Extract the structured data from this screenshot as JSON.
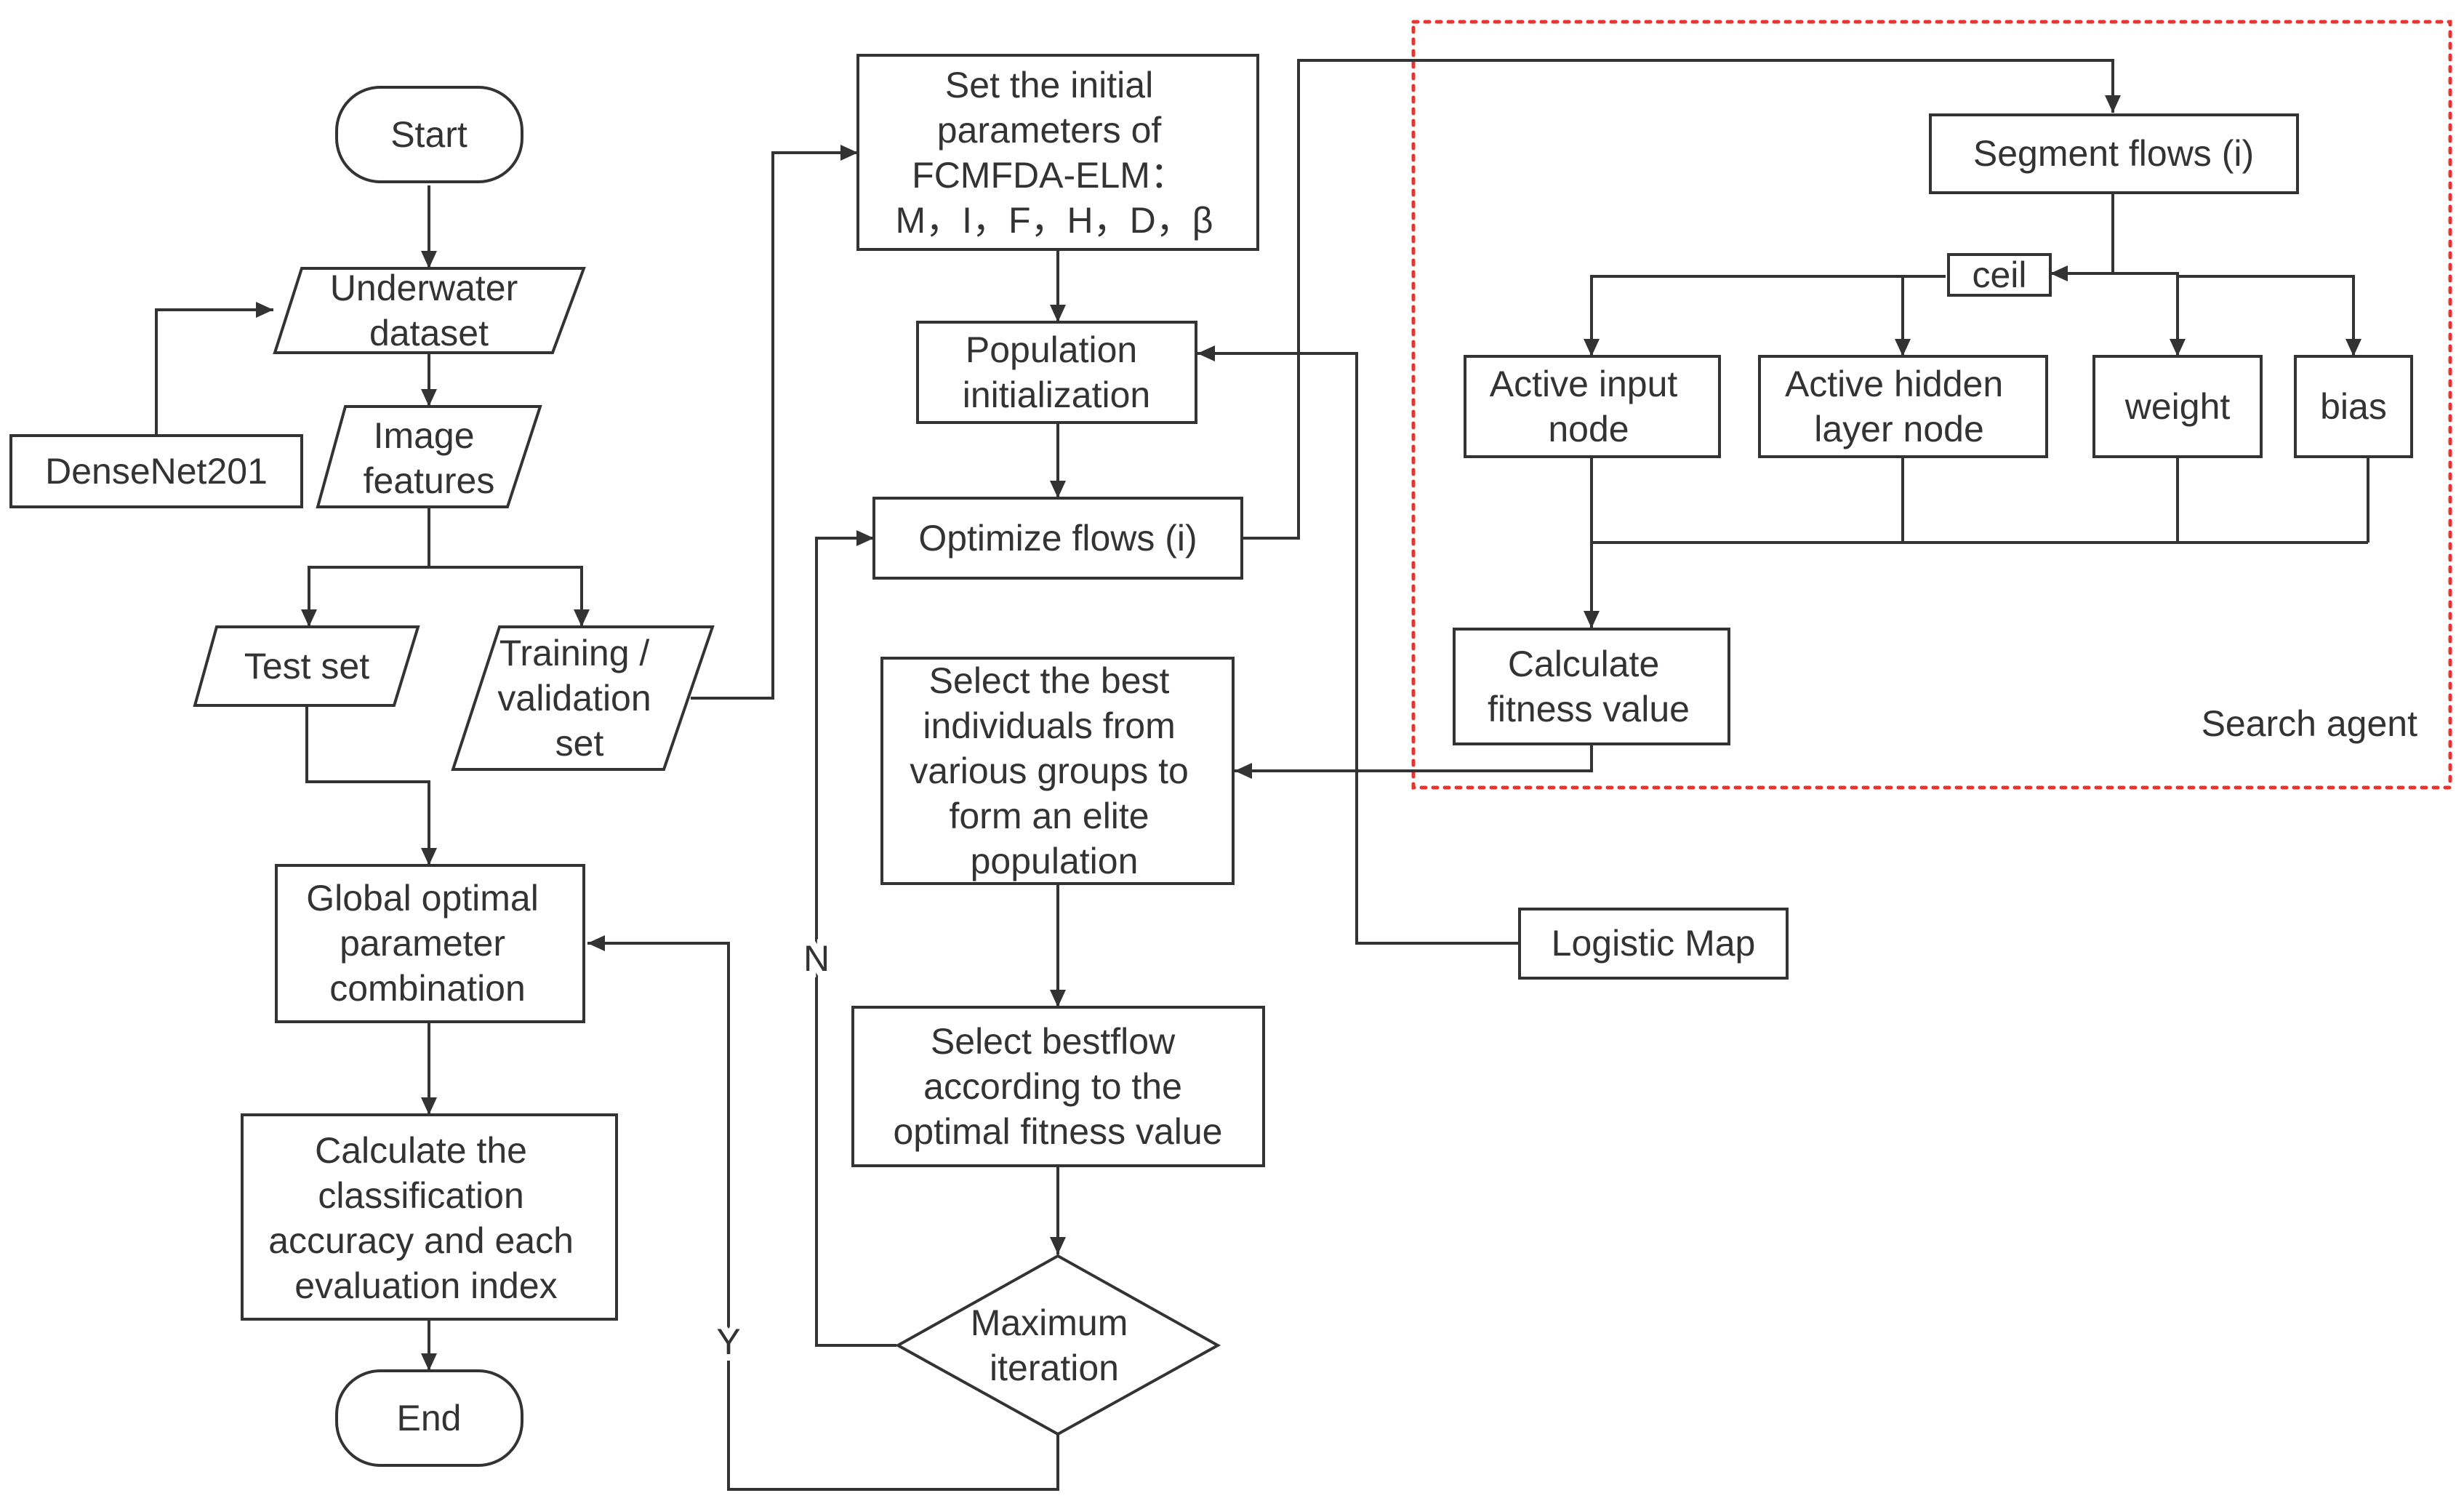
{
  "colors": {
    "line": "#333333",
    "search_agent": "#e8332f",
    "background": "#ffffff"
  },
  "nodes": {
    "start": [
      "Start"
    ],
    "underwater_dataset": [
      "Underwater",
      "dataset"
    ],
    "densenet": [
      "DenseNet201"
    ],
    "image_features": [
      "Image",
      "features"
    ],
    "test_set": [
      "Test set"
    ],
    "training_set": [
      "Training /",
      "validation",
      "set"
    ],
    "global_optimal": [
      "Global optimal",
      "parameter",
      "combination"
    ],
    "calc_accuracy": [
      "Calculate the",
      "classification",
      "accuracy and each",
      "evaluation index"
    ],
    "end": [
      "End"
    ],
    "set_params": [
      "Set the initial",
      "parameters of",
      "FCMFDA-ELM：",
      "M，I，F，H，D，β"
    ],
    "population_init": [
      "Population",
      "initialization"
    ],
    "optimize_flows": [
      "Optimize flows (i)"
    ],
    "select_best": [
      "Select the best",
      "individuals from",
      "various groups to",
      "form an elite",
      "population"
    ],
    "select_bestflow": [
      "Select bestflow",
      "according to the",
      "optimal fitness value"
    ],
    "max_iteration": [
      "Maximum",
      "iteration"
    ],
    "logistic_map": [
      "Logistic Map"
    ],
    "segment_flows": [
      "Segment flows (i)"
    ],
    "ceil": [
      "ceil"
    ],
    "active_input": [
      "Active input",
      "node"
    ],
    "active_hidden": [
      "Active hidden",
      "layer node"
    ],
    "weight": [
      "weight"
    ],
    "bias": [
      "bias"
    ],
    "calc_fitness": [
      "Calculate",
      "fitness value"
    ]
  },
  "labels": {
    "yes": "Y",
    "no": "N",
    "search_agent": "Search agent"
  }
}
